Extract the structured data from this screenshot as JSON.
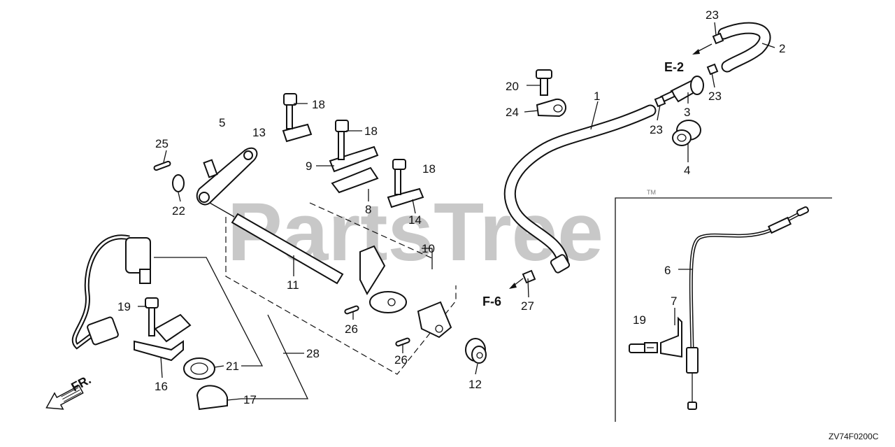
{
  "watermark": {
    "text": "PartsTree",
    "trademark": "TM"
  },
  "references": {
    "e2": "E-2",
    "f6": "F-6",
    "front": "FR."
  },
  "diagram_code": "ZV74F0200C",
  "callouts": {
    "n1": "1",
    "n2": "2",
    "n3": "3",
    "n4": "4",
    "n5": "5",
    "n6": "6",
    "n7": "7",
    "n8": "8",
    "n9": "9",
    "n10": "10",
    "n11": "11",
    "n12": "12",
    "n13": "13",
    "n14": "14",
    "n16": "16",
    "n17": "17",
    "n18a": "18",
    "n18b": "18",
    "n18c": "18",
    "n19a": "19",
    "n19b": "19",
    "n20": "20",
    "n21": "21",
    "n22": "22",
    "n23a": "23",
    "n23b": "23",
    "n23c": "23",
    "n24": "24",
    "n25": "25",
    "n26a": "26",
    "n26b": "26",
    "n27": "27",
    "n28": "28"
  }
}
